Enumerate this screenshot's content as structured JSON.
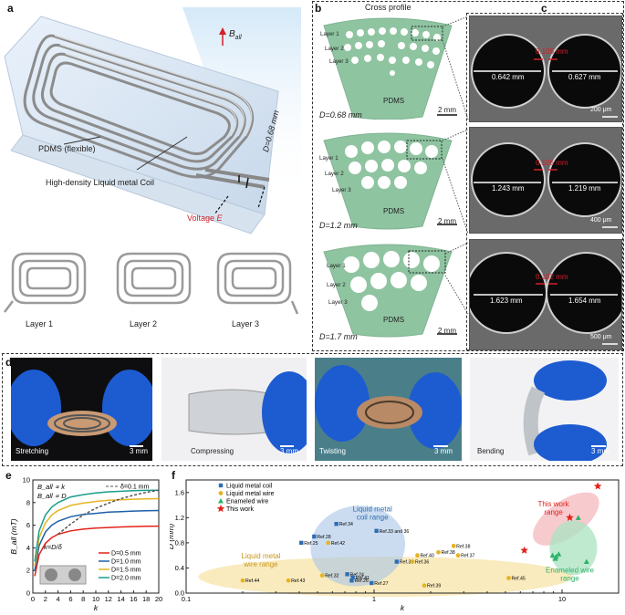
{
  "panels": {
    "a": {
      "label": "a",
      "b_field": "B",
      "b_sub": "all",
      "pdms_label": "PDMS (flexible)",
      "coil_label": "High-density Liquid metal Coil",
      "diameter_label": "D=0.68 mm",
      "voltage_label": "Voltage ",
      "voltage_var": "E",
      "layers": [
        "Layer 1",
        "Layer 2",
        "Layer 3"
      ]
    },
    "b": {
      "label": "b",
      "title": "Cross profile",
      "rows": [
        {
          "d_label": "D=0.68 mm",
          "scale": "2 mm",
          "pdms": "PDMS",
          "layers": [
            "Layer 1",
            "Layer 2",
            "Layer 3"
          ]
        },
        {
          "d_label": "D=1.2 mm",
          "scale": "2 mm",
          "pdms": "PDMS",
          "layers": [
            "Layer 1",
            "Layer 2",
            "Layer 3"
          ]
        },
        {
          "d_label": "D=1.7 mm",
          "scale": "2 mm",
          "pdms": "PDMS",
          "layers": [
            "Layer 1",
            "Layer 2",
            "Layer 3"
          ]
        }
      ]
    },
    "c": {
      "label": "c",
      "rows": [
        {
          "gap": "0.105 mm",
          "left": "0.642 mm",
          "right": "0.627 mm",
          "scale": "200 μm"
        },
        {
          "gap": "0.105 mm",
          "left": "1.243 mm",
          "right": "1.219 mm",
          "scale": "400 μm"
        },
        {
          "gap": "0.102 mm",
          "left": "1.623 mm",
          "right": "1.654 mm",
          "scale": "500 μm"
        }
      ]
    },
    "d": {
      "label": "d",
      "photos": [
        {
          "caption": "Stretching",
          "scale": "3 mm"
        },
        {
          "caption": "Compressing",
          "scale": "3 mm"
        },
        {
          "caption": "Twisting",
          "scale": "3 mm"
        },
        {
          "caption": "Bending",
          "scale": "3 mm"
        }
      ]
    },
    "e": {
      "label": "e"
    },
    "f": {
      "label": "f"
    }
  },
  "chart_data": [
    {
      "type": "line",
      "panel": "e",
      "xlabel": "k",
      "ylabel": "B_all (mT)",
      "xlim": [
        0,
        20
      ],
      "ylim": [
        0,
        10
      ],
      "xticks": [
        0,
        2,
        4,
        6,
        8,
        10,
        12,
        14,
        16,
        18,
        20
      ],
      "yticks": [
        0,
        2,
        4,
        6,
        8,
        10
      ],
      "annotations": [
        "B_all ∝ k",
        "B_all ∝ D",
        "k=D/δ"
      ],
      "series": [
        {
          "name": "D=0.5 mm",
          "color": "#e2231a",
          "x": [
            0.3,
            1,
            2,
            3,
            4,
            6,
            8,
            10,
            12,
            14,
            16,
            18,
            20
          ],
          "y": [
            1.5,
            3.4,
            4.4,
            4.9,
            5.2,
            5.5,
            5.65,
            5.75,
            5.8,
            5.85,
            5.88,
            5.9,
            5.92
          ]
        },
        {
          "name": "D=1.0 mm",
          "color": "#1f5fa8",
          "x": [
            0.3,
            1,
            2,
            3,
            4,
            6,
            8,
            10,
            12,
            14,
            16,
            18,
            20
          ],
          "y": [
            2.0,
            4.2,
            5.4,
            6.0,
            6.35,
            6.75,
            6.95,
            7.05,
            7.15,
            7.2,
            7.25,
            7.28,
            7.3
          ]
        },
        {
          "name": "D=1.5 mm",
          "color": "#e6b422",
          "x": [
            0.3,
            1,
            2,
            3,
            4,
            6,
            8,
            10,
            12,
            14,
            16,
            18,
            20
          ],
          "y": [
            2.4,
            4.9,
            6.2,
            6.9,
            7.3,
            7.75,
            7.95,
            8.1,
            8.2,
            8.25,
            8.3,
            8.33,
            8.35
          ]
        },
        {
          "name": "D=2.0 mm",
          "color": "#1a9e8a",
          "x": [
            0.3,
            1,
            2,
            3,
            4,
            6,
            8,
            10,
            12,
            14,
            16,
            18,
            20
          ],
          "y": [
            2.8,
            5.5,
            6.9,
            7.6,
            8.0,
            8.5,
            8.7,
            8.85,
            8.95,
            9.0,
            9.05,
            9.08,
            9.1
          ]
        },
        {
          "name": "δ=0.1 mm",
          "color": "#555555",
          "dashed": true,
          "x": [
            4,
            6,
            8,
            10,
            12,
            14,
            16,
            18,
            20
          ],
          "y": [
            5.2,
            6.1,
            6.9,
            7.5,
            7.95,
            8.35,
            8.65,
            8.9,
            9.1
          ]
        }
      ]
    },
    {
      "type": "scatter",
      "panel": "f",
      "xlabel": "k",
      "ylabel": "D (mm)",
      "xscale": "log",
      "xlim": [
        0.1,
        20
      ],
      "ylim": [
        0,
        1.8
      ],
      "xticks": [
        0.1,
        1,
        10
      ],
      "yticks": [
        0.0,
        0.4,
        0.8,
        1.2,
        1.6
      ],
      "legend": [
        "Liquid metal coil",
        "Liquid metal wire",
        "Enameled wire",
        "This work"
      ],
      "regions": [
        "Liquid metal coil range",
        "Liquid metal wire range",
        "This work range",
        "Enameled wire range"
      ],
      "series": [
        {
          "name": "Liquid metal coil",
          "marker": "square",
          "color": "#2e6db4",
          "points": [
            {
              "x": 0.63,
              "y": 1.1,
              "label": "Ref.34"
            },
            {
              "x": 0.48,
              "y": 0.9,
              "label": "Ref.28"
            },
            {
              "x": 0.41,
              "y": 0.8,
              "label": "Ref.25"
            },
            {
              "x": 1.03,
              "y": 0.99,
              "label": "Ref.33 and 36"
            },
            {
              "x": 0.72,
              "y": 0.3,
              "label": "Ref.24"
            },
            {
              "x": 0.77,
              "y": 0.25,
              "label": "Ref.41"
            },
            {
              "x": 0.76,
              "y": 0.2,
              "label": "Ref.26"
            },
            {
              "x": 1.32,
              "y": 0.5,
              "label": "Ref.35"
            },
            {
              "x": 0.97,
              "y": 0.16,
              "label": "Ref.27"
            }
          ]
        },
        {
          "name": "Liquid metal wire",
          "marker": "circle",
          "color": "#e6b422",
          "points": [
            {
              "x": 0.2,
              "y": 0.2,
              "label": "Ref.44"
            },
            {
              "x": 0.35,
              "y": 0.2,
              "label": "Ref.43"
            },
            {
              "x": 0.57,
              "y": 0.8,
              "label": "Ref.42"
            },
            {
              "x": 0.53,
              "y": 0.28,
              "label": "Ref.32"
            },
            {
              "x": 1.7,
              "y": 0.6,
              "label": "Ref.40"
            },
            {
              "x": 1.6,
              "y": 0.5,
              "label": "Ref.36"
            },
            {
              "x": 2.2,
              "y": 0.65,
              "label": "Ref.38"
            },
            {
              "x": 2.65,
              "y": 0.75,
              "label": "Ref.38"
            },
            {
              "x": 2.8,
              "y": 0.6,
              "label": "Ref.37"
            },
            {
              "x": 1.85,
              "y": 0.12,
              "label": "Ref.39"
            },
            {
              "x": 5.2,
              "y": 0.24,
              "label": "Ref.45"
            }
          ]
        },
        {
          "name": "Enameled wire",
          "marker": "triangle",
          "color": "#2bb36a",
          "points": [
            {
              "x": 8.9,
              "y": 0.6
            },
            {
              "x": 9.3,
              "y": 0.58
            },
            {
              "x": 9.6,
              "y": 0.62
            },
            {
              "x": 9.2,
              "y": 0.55
            },
            {
              "x": 12.2,
              "y": 1.2
            },
            {
              "x": 13.5,
              "y": 0.5
            }
          ]
        },
        {
          "name": "This work",
          "marker": "star",
          "color": "#e2231a",
          "points": [
            {
              "x": 6.3,
              "y": 0.68
            },
            {
              "x": 11.0,
              "y": 1.2
            },
            {
              "x": 15.5,
              "y": 1.7
            }
          ]
        }
      ]
    }
  ]
}
